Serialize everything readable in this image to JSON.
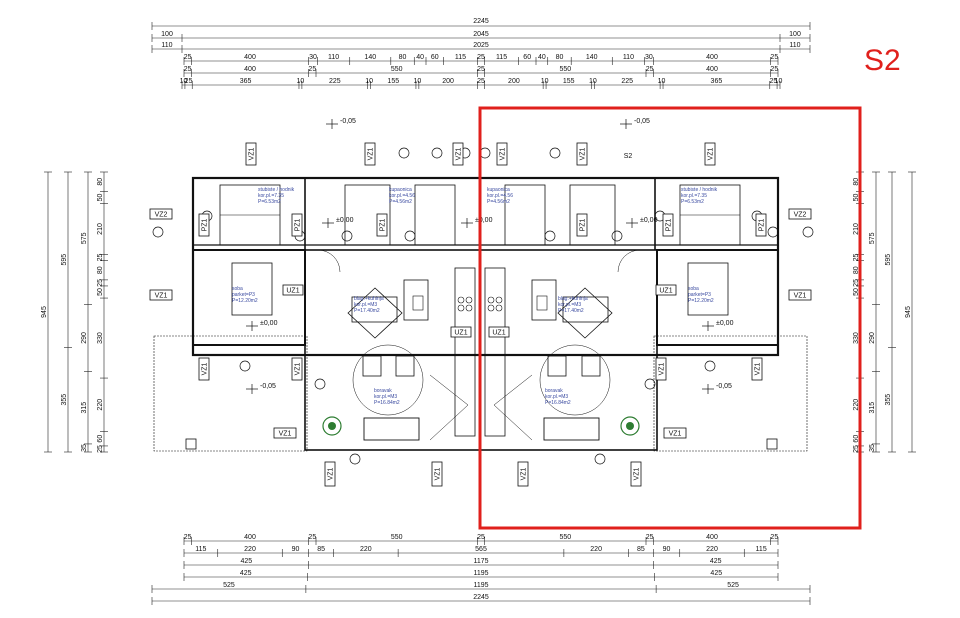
{
  "highlight": {
    "label": "S2",
    "color": "#e0201c"
  },
  "dims_top": [
    {
      "total": "2245"
    },
    {
      "left": "100",
      "mid": "2045",
      "right": "100"
    },
    {
      "left": "110",
      "mid": "2025",
      "right": "110"
    },
    {
      "segments": [
        "25",
        "400",
        "30",
        "110",
        "140",
        "80",
        "40",
        "60",
        "115",
        "25",
        "115",
        "60",
        "40",
        "80",
        "140",
        "110",
        "30",
        "400",
        "25"
      ]
    },
    {
      "segments": [
        "25",
        "400",
        "25",
        "550",
        "25",
        "550",
        "25",
        "400",
        "25"
      ]
    },
    {
      "segments": [
        "10",
        "25",
        "365",
        "10",
        "225",
        "10",
        "155",
        "10",
        "200",
        "25",
        "200",
        "10",
        "155",
        "10",
        "225",
        "10",
        "365",
        "25",
        "10"
      ]
    }
  ],
  "dims_bottom": [
    {
      "segments": [
        "25",
        "400",
        "25",
        "550",
        "25",
        "550",
        "25",
        "400",
        "25"
      ]
    },
    {
      "segments": [
        "115",
        "220",
        "90",
        "85",
        "220",
        "565",
        "220",
        "85",
        "90",
        "220",
        "115"
      ]
    },
    {
      "segments": [
        "425",
        "1175",
        "425"
      ]
    },
    {
      "segments": [
        "425",
        "1195",
        "425"
      ]
    },
    {
      "segments": [
        "525",
        "1195",
        "525"
      ]
    },
    {
      "total": "2245"
    }
  ],
  "dims_left": {
    "outer": [
      "945"
    ],
    "mid": [
      "595",
      "355"
    ],
    "inner": [
      "575",
      "290",
      "315",
      "35"
    ],
    "detail": [
      "80",
      "50",
      "210",
      "25",
      "80",
      "25",
      "50",
      "330",
      "220",
      "60",
      "25"
    ]
  },
  "dims_right": {
    "outer": [
      "945"
    ],
    "mid": [
      "595",
      "355"
    ],
    "inner": [
      "575",
      "290",
      "315",
      "35"
    ],
    "detail": [
      "80",
      "50",
      "210",
      "25",
      "80",
      "25",
      "50",
      "330",
      "220",
      "60",
      "25"
    ]
  },
  "levels": [
    "-0,05",
    "-0,05",
    "-0,05",
    "-0,05",
    "±0,00",
    "±0,00",
    "±0,00",
    "±0,00",
    "±0,00"
  ],
  "tags": {
    "vz1": "VZ1",
    "vz2": "VZ2",
    "uz1": "UZ1",
    "pz1": "PZ1",
    "s2": "S2"
  },
  "rooms": {
    "left_stair": [
      "stubiste / hodnik",
      "kor.pl.=7.35",
      "P=6.53m2"
    ],
    "left_bath": [
      "kupaonica",
      "kor.pl.=4.56",
      "P=4.56m2"
    ],
    "right_bath": [
      "kupaonica",
      "kor.pl.=4.56",
      "P=4.56m2"
    ],
    "right_stair": [
      "stubiste / hodnik",
      "kor.pl.=7.35",
      "P=6.53m2"
    ],
    "left_bed": [
      "soba",
      "parket=P3",
      "P=12.20m2"
    ],
    "right_bed": [
      "soba",
      "parket=P3",
      "P=12.20m2"
    ],
    "left_kitchen": [
      "blag.+kuhinja",
      "kor.pl.=M3",
      "P=17.40m2"
    ],
    "right_kitchen": [
      "blag.+kuhinja",
      "kor.pl.=M3",
      "P=17.40m2"
    ],
    "left_living": [
      "boravak",
      "kor.pl.=M3",
      "P=16.84m2"
    ],
    "right_living": [
      "boravak",
      "kor.pl.=M3",
      "P=16.84m2"
    ]
  }
}
